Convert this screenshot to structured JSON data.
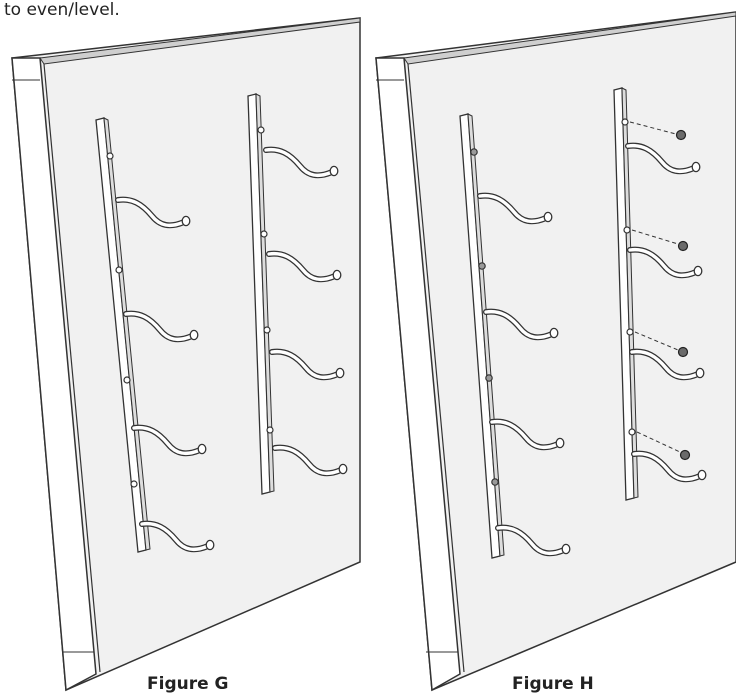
{
  "top_text": "to even/level.",
  "figures": [
    {
      "label": "Figure G"
    },
    {
      "label": "Figure H"
    }
  ]
}
